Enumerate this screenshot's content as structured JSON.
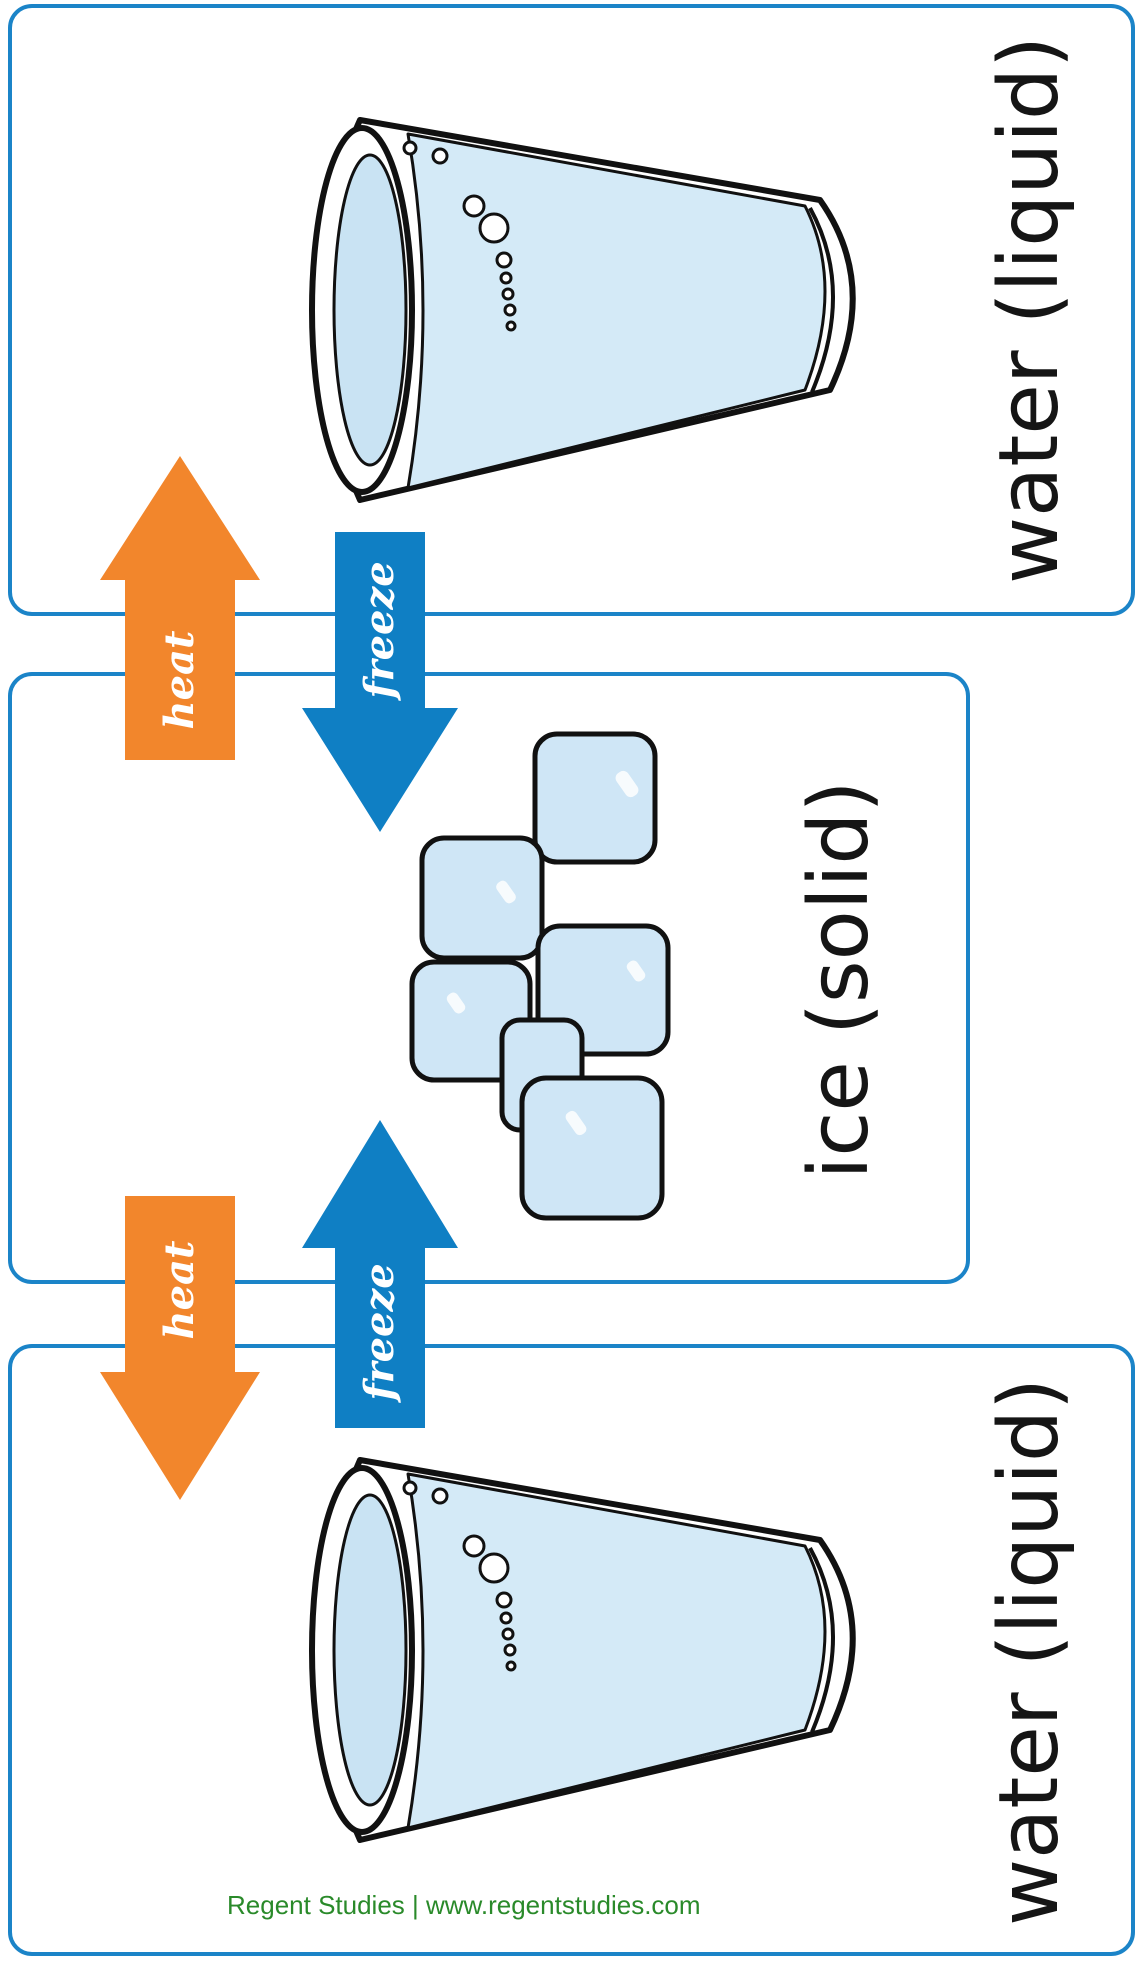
{
  "cards": [
    {
      "label": "water (liquid)"
    },
    {
      "label": "ice (solid)"
    },
    {
      "label": "water (liquid)"
    }
  ],
  "arrows": {
    "heat_up_label": "heat",
    "freeze_down_label": "freeze",
    "heat_down_label": "heat",
    "freeze_up_label": "freeze"
  },
  "footer": {
    "credit": "Regent Studies | www.regentstudies.com"
  },
  "colors": {
    "card_border": "#1b84c8",
    "heat_arrow": "#f2862c",
    "freeze_arrow": "#0f7fc4",
    "water_fill": "#d4eaf7",
    "ice_fill": "#cfe6f6",
    "footer_text": "#2a8a2a"
  },
  "icons": [
    "water-glass-icon",
    "ice-cubes-icon",
    "water-glass-icon"
  ]
}
